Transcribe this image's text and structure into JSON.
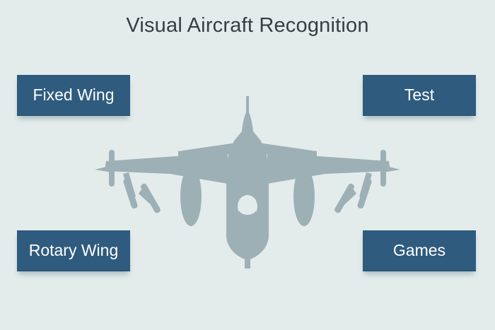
{
  "header": {
    "title": "Visual Aircraft Recognition"
  },
  "menu": {
    "fixed_wing": "Fixed Wing",
    "test": "Test",
    "rotary_wing": "Rotary Wing",
    "games": "Games"
  },
  "illustration": {
    "icon": "fighter-jet-icon",
    "color": "#9db0b6"
  },
  "colors": {
    "background": "#e3eceb",
    "button": "#2f5b7f",
    "button_text": "#ffffff",
    "title_text": "#3a3d40"
  }
}
